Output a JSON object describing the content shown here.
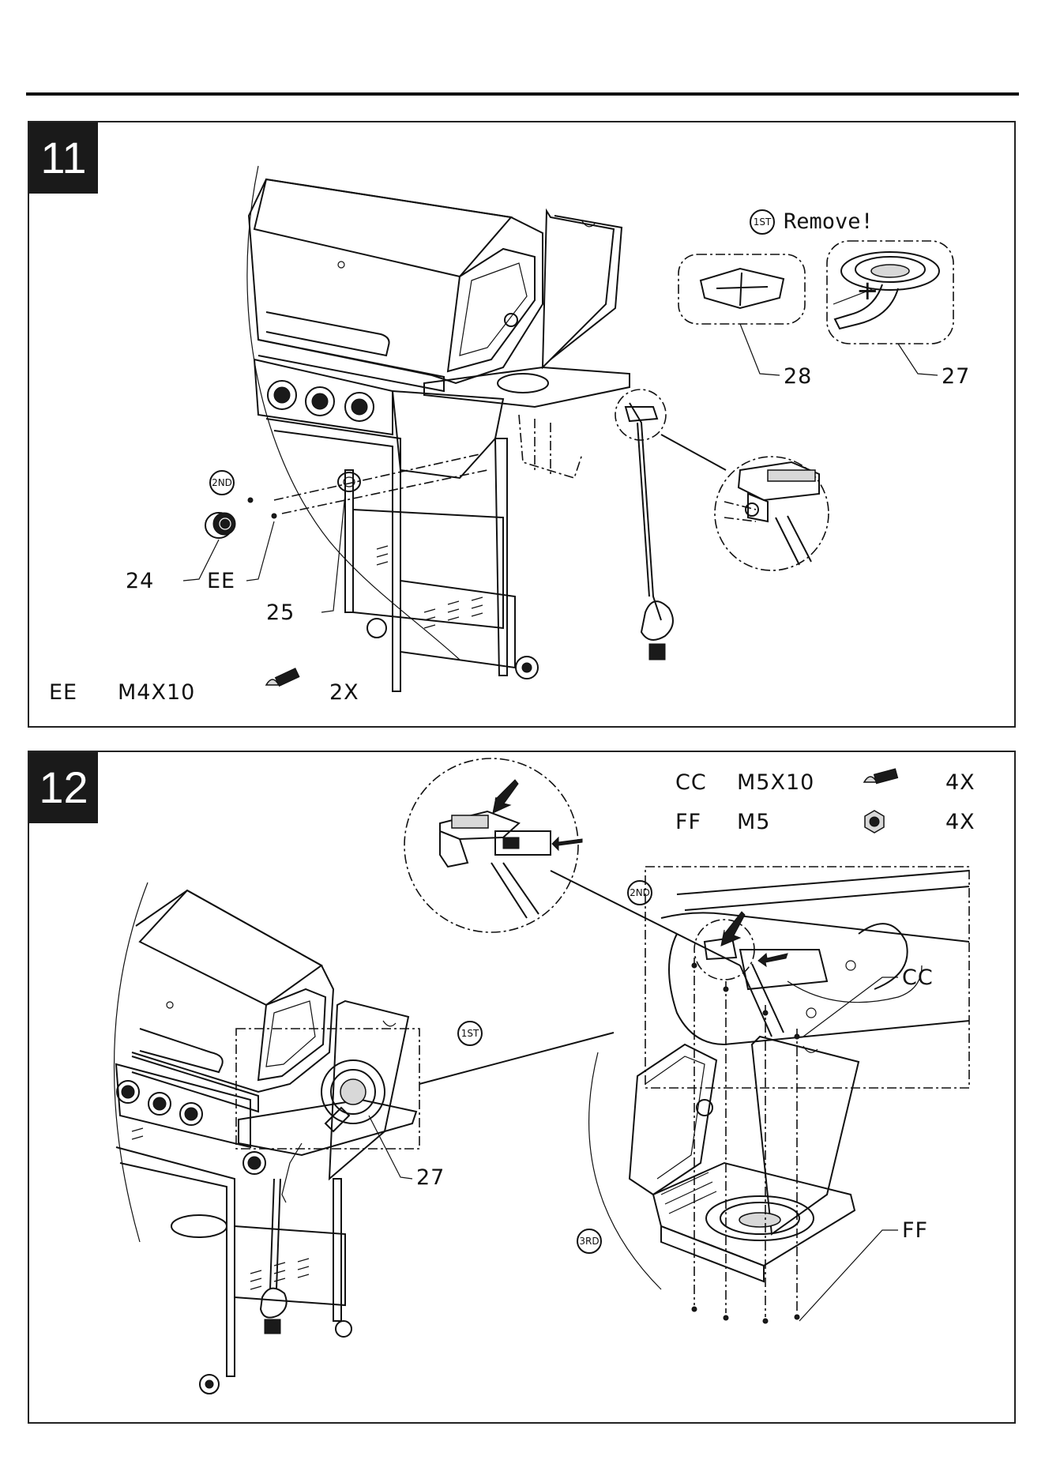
{
  "step11": {
    "number": "11",
    "remove_badge": "1ST",
    "remove_text": "Remove!",
    "plus": "+",
    "part_28": "28",
    "part_27": "27",
    "badge_2nd": "2ND",
    "part_24": "24",
    "part_ee": "EE",
    "part_25": "25",
    "hardware": [
      {
        "code": "EE",
        "size": "M4X10",
        "qty": "2X",
        "icon": "screw-icon"
      }
    ]
  },
  "step12": {
    "number": "12",
    "hardware": [
      {
        "code": "CC",
        "size": "M5X10",
        "qty": "4X",
        "icon": "screw-icon"
      },
      {
        "code": "FF",
        "size": "M5",
        "qty": "4X",
        "icon": "nut-icon"
      }
    ],
    "badge_1st": "1ST",
    "badge_2nd": "2ND",
    "badge_3rd": "3RD",
    "part_27": "27",
    "part_cc": "CC",
    "part_ff": "FF"
  }
}
